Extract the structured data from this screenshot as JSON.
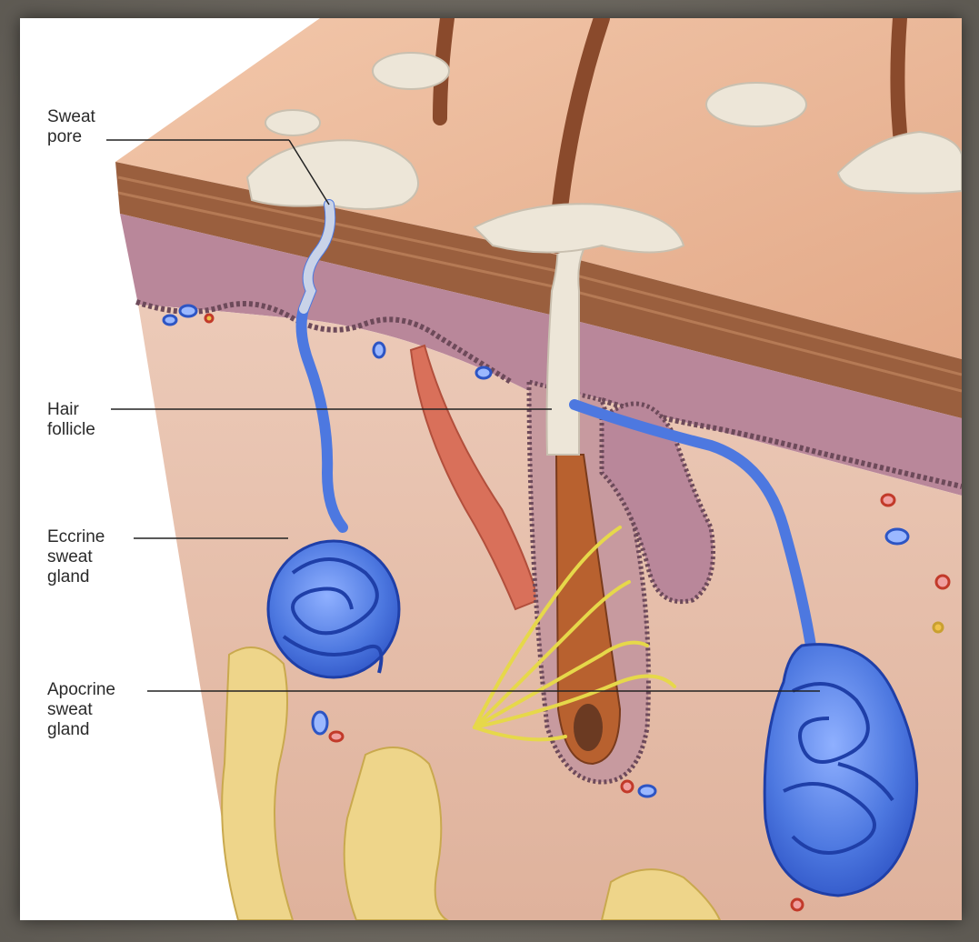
{
  "labels": {
    "sweat_pore": [
      "Sweat",
      "pore"
    ],
    "hair_follicle": [
      "Hair",
      "follicle"
    ],
    "eccrine_gland": [
      "Eccrine",
      "sweat",
      "gland"
    ],
    "apocrine_gland": [
      "Apocrine",
      "sweat",
      "gland"
    ]
  },
  "colors": {
    "skin_surface": "#e9b89a",
    "epidermis": "#9a5f3e",
    "basal_layer": "#b9879a",
    "dermis": "#e7c4b0",
    "fat": "#eed58a",
    "gland": "#4d78e0",
    "gland_outline": "#1f3fa8",
    "hair": "#8a4a2c",
    "nerve": "#e6d84a",
    "muscle": "#d9705a",
    "sebum": "#ede6d8"
  }
}
